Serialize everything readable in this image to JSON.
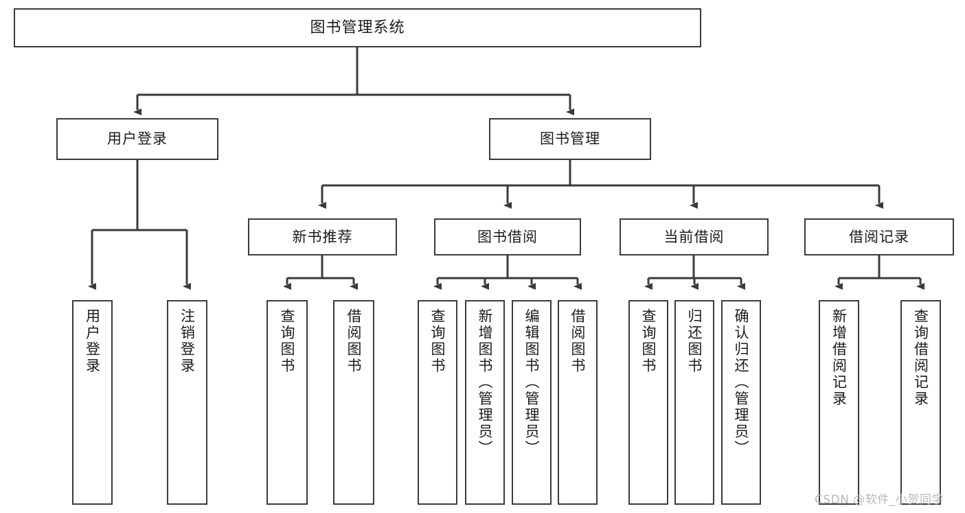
{
  "diagram": {
    "type": "tree-hierarchy-diagram",
    "title": "图书管理系统",
    "orientation": "top-down",
    "colors": {
      "box_border": "#3a3a3a",
      "box_fill": "#ffffff",
      "edge": "#3a3a3a",
      "text": "#1b1b1b",
      "background": "#ffffff",
      "watermark": "#b9b9b9"
    },
    "nodes": {
      "root": {
        "label": "图书管理系统"
      },
      "level1": [
        {
          "label": "用户登录"
        },
        {
          "label": "图书管理"
        }
      ],
      "level2": [
        {
          "label": "新书推荐"
        },
        {
          "label": "图书借阅"
        },
        {
          "label": "当前借阅"
        },
        {
          "label": "借阅记录"
        }
      ],
      "leaves": {
        "user_login": [
          {
            "label": "用户登录"
          },
          {
            "label": "注销登录"
          }
        ],
        "new_book_recommend": [
          {
            "label": "查询图书"
          },
          {
            "label": "借阅图书"
          }
        ],
        "book_borrow": [
          {
            "label": "查询图书"
          },
          {
            "label": "新增图书（管理员）"
          },
          {
            "label": "编辑图书（管理员）"
          },
          {
            "label": "借阅图书"
          }
        ],
        "current_borrow": [
          {
            "label": "查询图书"
          },
          {
            "label": "归还图书"
          },
          {
            "label": "确认归还（管理员）"
          }
        ],
        "borrow_record": [
          {
            "label": "新增借阅记录"
          },
          {
            "label": "查询借阅记录"
          }
        ]
      }
    },
    "watermark": "CSDN @软件_小贺同学"
  }
}
